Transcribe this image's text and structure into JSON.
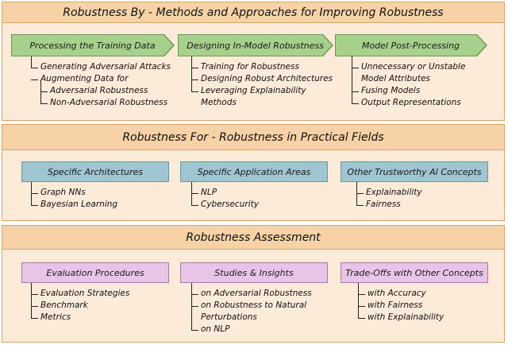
{
  "sections": [
    {
      "title": "Robustness By - Methods and Approaches for Improving Robustness",
      "groups": [
        {
          "label": "Processing the Training Data",
          "items": [
            "Generating Adversarial Attacks",
            "Augmenting Data for",
            "Adversarial Robustness",
            "Non-Adversarial Robustness"
          ]
        },
        {
          "label": "Designing In-Model Robustness",
          "items": [
            "Training for Robustness",
            "Designing Robust Architectures",
            "Leveraging  Explainability",
            "Methods"
          ]
        },
        {
          "label": "Model Post-Processing",
          "items": [
            "Unnecessary or Unstable",
            "Model Attributes",
            "Fusing Models",
            "Output Representations"
          ]
        }
      ]
    },
    {
      "title": "Robustness For - Robustness in Practical Fields",
      "groups": [
        {
          "label": "Specific Architectures",
          "items": [
            "Graph NNs",
            "Bayesian Learning"
          ]
        },
        {
          "label": "Specific Application Areas",
          "items": [
            "NLP",
            "Cybersecurity"
          ]
        },
        {
          "label": "Other Trustworthy AI Concepts",
          "items": [
            "Explainability",
            "Fairness"
          ]
        }
      ]
    },
    {
      "title": "Robustness Assessment",
      "groups": [
        {
          "label": "Evaluation Procedures",
          "items": [
            "Evaluation Strategies",
            "Benchmark",
            "Metrics"
          ]
        },
        {
          "label": "Studies & Insights",
          "items": [
            "on Adversarial Robustness",
            "on Robustness to Natural",
            "Perturbations",
            "on NLP"
          ]
        },
        {
          "label": "Trade-Offs with Other Concepts",
          "items": [
            "with Accuracy",
            "with Fairness",
            "with Explainability"
          ]
        }
      ]
    }
  ],
  "colors": {
    "section_bg": "#fcebd9",
    "header_bg": "#f6d2a6",
    "arrow_green": "#a7d08c",
    "box_blue": "#9fc5d0",
    "box_pink": "#e8c4e6"
  }
}
